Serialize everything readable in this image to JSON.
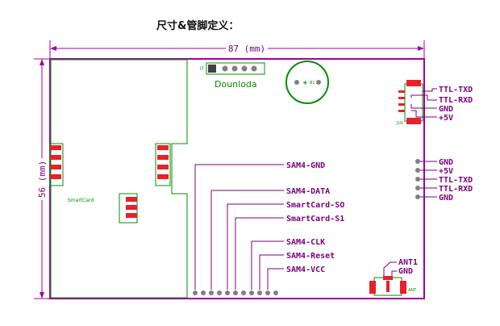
{
  "page": {
    "title": "尺寸&管脚定义："
  },
  "dimensions": {
    "width_label": "87 (mm)",
    "height_label": "56 (mm)"
  },
  "board": {
    "header_label": "Dounloda",
    "header_ref": "J3",
    "smartcard_label": "SmartCard",
    "buzzer_ref": "B1",
    "ttl_connector_ref": "JU1",
    "ant_connector_ref": "ANT"
  },
  "ttl_pins_top": [
    "TTL-TXD",
    "TTL-RXD",
    "GND",
    "+5V"
  ],
  "right_pins": [
    "GND",
    "+5V",
    "TTL-TXD",
    "TTL-RXD",
    "GND"
  ],
  "sam_pins": [
    "SAM4-GND",
    "SAM4-DATA",
    "SmartCard-SO",
    "SmartCard-S1",
    "SAM4-CLK",
    "SAM4-Reset",
    "SAM4-VCC"
  ],
  "ant_pins": [
    "ANT1",
    "GND"
  ],
  "colors": {
    "outline": "#a000a0",
    "label": "#7a007a",
    "trace": "#009000",
    "pad": "#e8202a",
    "pin": "#808080",
    "header": "#404040"
  }
}
